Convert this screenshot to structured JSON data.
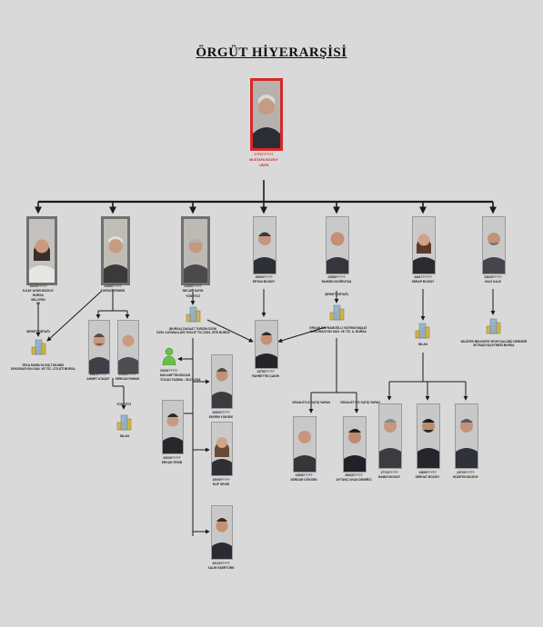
{
  "title": "ÖRGÜT HİYERARŞİSİ",
  "colors": {
    "leader_frame": "#d62828",
    "wire": "#1a1a1a",
    "background": "#d9d9da"
  },
  "leader": {
    "id": "17707?????",
    "name": "MUSTAFA BOZKIY",
    "role": "LİDER"
  },
  "level1": [
    {
      "id": "15190?????",
      "name": "İLKAY AYDIN BOZKIY",
      "sub": "BURSA",
      "note": "MİLLİYEN\nMİ"
    },
    {
      "id": "24590?????",
      "name": "TURGAY ERDEM"
    },
    {
      "id": "23530?????",
      "name": "NECATİ SAYIN",
      "tag": "YÖNETİCİ"
    },
    {
      "id": "15900?????",
      "name": "ERTAN BOZKIY"
    },
    {
      "id": "23580?????",
      "name": "MUHSİN DOĞRUTAŞ",
      "tag": "ŞİRKET ORTAĞI"
    },
    {
      "id": "44617?????",
      "name": "SERAP BOZKIY"
    },
    {
      "id": "23640?????",
      "name": "HACI KALE"
    }
  ],
  "companies": {
    "left": "TEKA MOBİLYA İNŞ.TUR.MİM\nDEKORASYON SAN. VE TİC. LTD.ŞTİ BURSA",
    "left_tag": "ŞİRKET ORTAĞI",
    "center": "(BURSA) ZAGAAT TURIZM OZON\nÖZEL KAYMAKLARI TEKLİF TİC.ÖZEL SİTE BURSA",
    "right": "ERKAN BAYRAMOĞLU YATIRIM İNŞAAT\nDEKORASYON SAN. VE TİC. A. BURSA",
    "bottom_left": "NİLAN",
    "bottom_left_tag": "YÖNETİCİ",
    "bottom_right": "NİLAN",
    "far_right": "NİLÜFER BELEDİYE SPOR KULÜBÜ DERNEĞİ\nİKTİSADİ İŞLETMESİ BURSA"
  },
  "turgay_subs": [
    {
      "id": "19810?????",
      "name": "AHMET ATAŞAT"
    },
    {
      "id": "22590?????",
      "name": "SERKAN PAMUK"
    }
  ],
  "hub_person": {
    "id": "13750?????",
    "name": "FAHRETTİN ÇAKIR"
  },
  "green_person": {
    "id": "33190?????",
    "name": "MUCAHİTTİN BOZAN",
    "note": "YÜCAN TAŞIMA - 26.03.2018"
  },
  "center_column": [
    {
      "id": "20520?????",
      "name": "EKREM YÜKSEK"
    },
    {
      "id": "15000?????",
      "name": "ELİF SEVİM"
    },
    {
      "id": "33120?????",
      "name": "SALİH EŞERTÜRK"
    }
  ],
  "necati_sub": {
    "id": "29030?????",
    "name": "ERKAN TEKİN"
  },
  "proxy_left": {
    "tag": "VEKALETLE SATIŞ YAPAN",
    "id": "12800?????",
    "name": "SERDAR GÖKSEN"
  },
  "proxy_right": {
    "tag": "VEKALET İLE SATIŞ YAPAN",
    "id": "35020?????",
    "name": "AYTUNÇ OKAN DEMİRCİ"
  },
  "serap_subs": [
    {
      "id": "17710?????",
      "name": "HAMDİ BOZKIY"
    },
    {
      "id": "13690?????",
      "name": "SERHAT BOZKIY"
    },
    {
      "id": "23720?????",
      "name": "HÜSEYİN BOZKIY"
    }
  ]
}
